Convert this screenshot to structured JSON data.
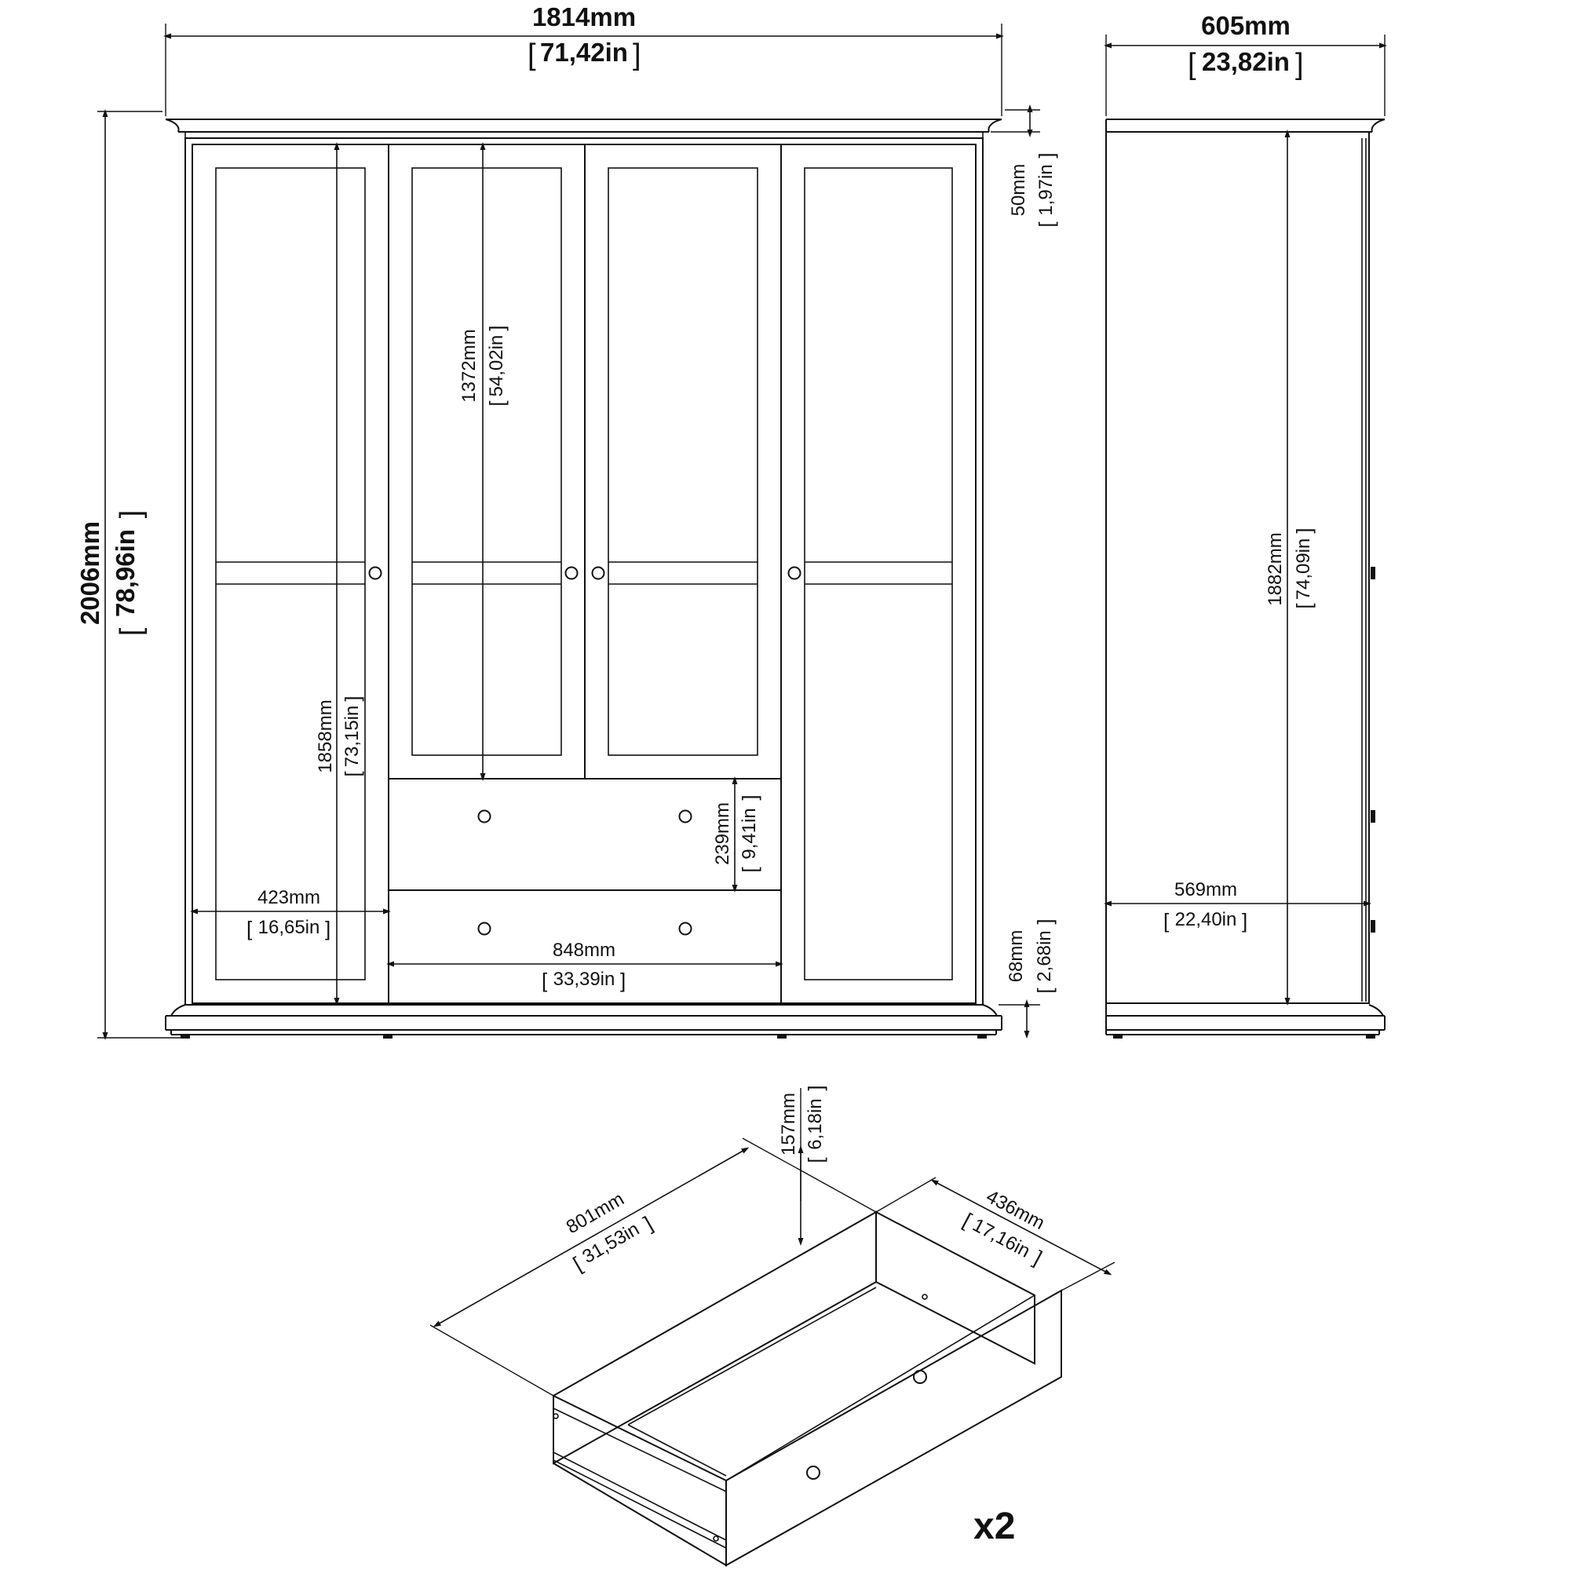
{
  "front_view": {
    "width_mm": "1814mm",
    "width_in": "71,42in",
    "height_mm": "2006mm",
    "height_in": "78,96in",
    "top_cornice_mm": "50mm",
    "top_cornice_in": "1,97in",
    "plinth_mm": "68mm",
    "plinth_in": "2,68in",
    "inner_height_mm": "1858mm",
    "inner_height_in": "73,15in",
    "shelf_height_mm": "1372mm",
    "shelf_height_in": "54,02in",
    "side_width_mm": "423mm",
    "side_width_in": "16,65in",
    "drawer_height_mm": "239mm",
    "drawer_height_in": "9,41in",
    "center_width_mm": "848mm",
    "center_width_in": "33,39in"
  },
  "side_view": {
    "depth_mm": "605mm",
    "depth_in": "23,82in",
    "inner_height_mm": "1882mm",
    "inner_height_in": "74,09in",
    "inner_depth_mm": "569mm",
    "inner_depth_in": "22,40in"
  },
  "drawer_view": {
    "length_mm": "801mm",
    "length_in": "31,53in",
    "depth_mm": "436mm",
    "depth_in": "17,16in",
    "height_mm": "157mm",
    "height_in": "6,18in",
    "quantity": "x2"
  }
}
